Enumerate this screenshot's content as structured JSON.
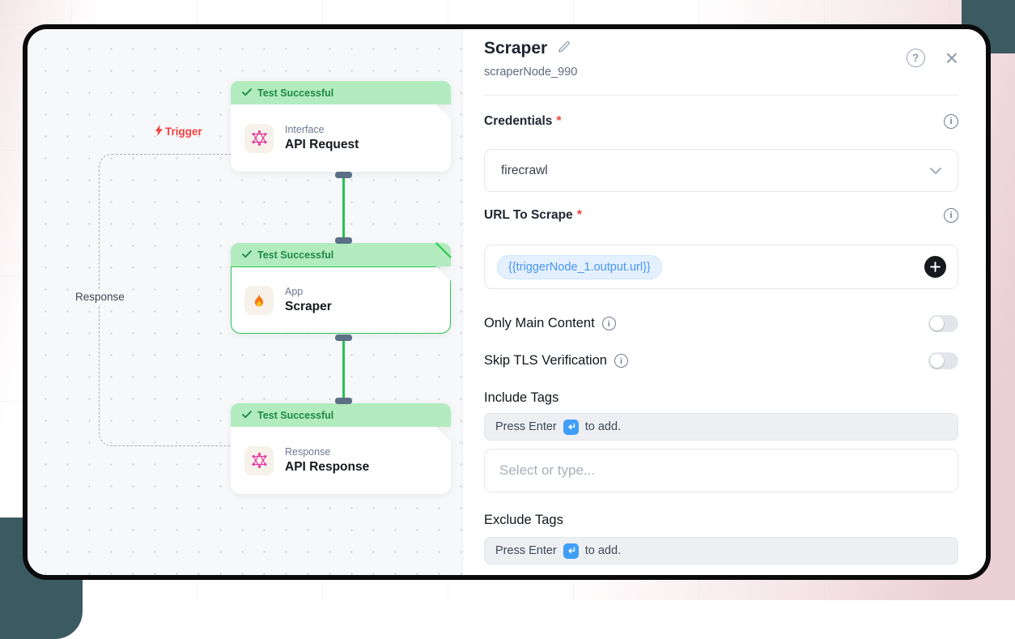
{
  "canvas": {
    "trigger_label": "Trigger",
    "response_label": "Response",
    "nodes": [
      {
        "status": "Test Successful",
        "category": "Interface",
        "title": "API Request"
      },
      {
        "status": "Test Successful",
        "category": "App",
        "title": "Scraper"
      },
      {
        "status": "Test Successful",
        "category": "Response",
        "title": "API Response"
      }
    ]
  },
  "panel": {
    "title": "Scraper",
    "node_id": "scraperNode_990",
    "required_mark": "*",
    "credentials": {
      "label": "Credentials",
      "value": "firecrawl"
    },
    "url": {
      "label": "URL To Scrape",
      "token": "{{triggerNode_1.output.url}}"
    },
    "toggles": [
      {
        "label": "Only Main Content",
        "state": "off"
      },
      {
        "label": "Skip TLS Verification",
        "state": "off"
      }
    ],
    "include_tags": {
      "label": "Include Tags",
      "hint_prefix": "Press Enter",
      "hint_suffix": "to add.",
      "placeholder": "Select or type..."
    },
    "exclude_tags": {
      "label": "Exclude Tags",
      "hint_prefix": "Press Enter",
      "hint_suffix": "to add."
    }
  },
  "icons": {
    "help": "?",
    "close": "×",
    "info": "i"
  },
  "colors": {
    "accent_green": "#25c453",
    "status_green_bg": "#b2ecbe",
    "status_green_text": "#1f8a44",
    "trigger_red": "#f4403e",
    "token_blue": "#4795f7",
    "enter_badge_blue": "#3f9ef8",
    "frame_black": "#0b0b0c",
    "outer_pink": "#eacfd4",
    "outer_teal": "#3c5a62"
  }
}
